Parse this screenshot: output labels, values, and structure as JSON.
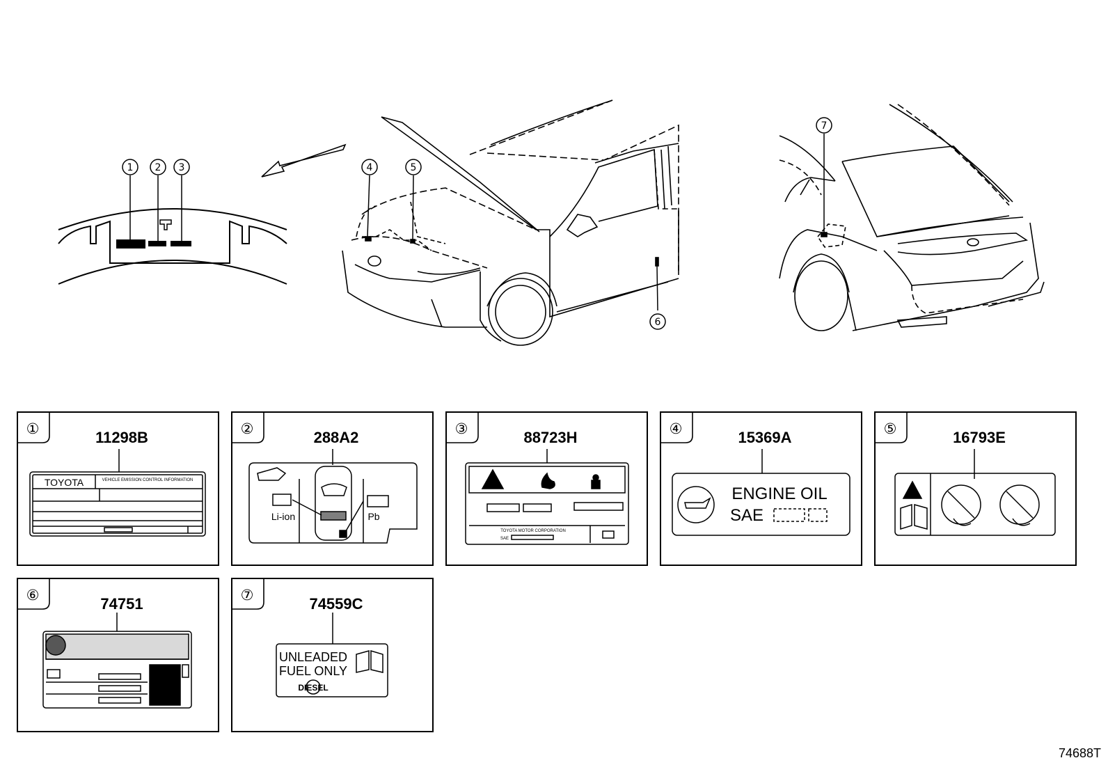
{
  "diagram": {
    "callouts": [
      "①",
      "②",
      "③",
      "④",
      "⑤",
      "⑥",
      "⑦"
    ],
    "sheet_id": "74688T",
    "labels": [
      {
        "num": "①",
        "part": "11298B",
        "texts": [
          "TOYOTA",
          "VEHICLE EMISSION CONTROL INFORMATION"
        ]
      },
      {
        "num": "②",
        "part": "288A2",
        "texts": [
          "Li-ion",
          "Pb"
        ]
      },
      {
        "num": "③",
        "part": "88723H",
        "texts": [
          "TOYOTA MOTOR CORPORATION",
          "SAE"
        ]
      },
      {
        "num": "④",
        "part": "15369A",
        "texts": [
          "ENGINE OIL",
          "SAE"
        ]
      },
      {
        "num": "⑤",
        "part": "16793E",
        "texts": []
      },
      {
        "num": "⑥",
        "part": "74751",
        "texts": []
      },
      {
        "num": "⑦",
        "part": "74559C",
        "texts": [
          "UNLEADED",
          "FUEL ONLY",
          "DIESEL"
        ]
      }
    ]
  }
}
